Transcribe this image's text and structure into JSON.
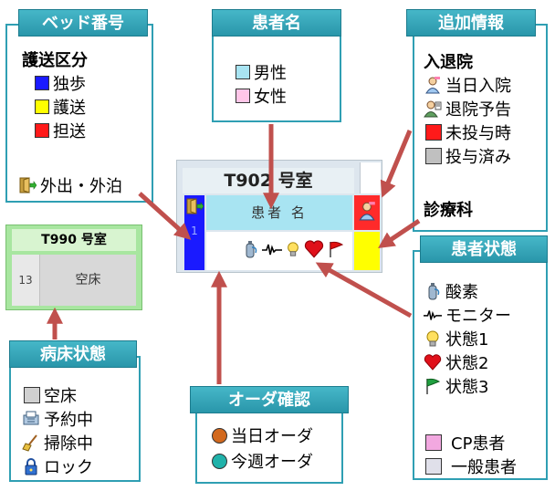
{
  "bed_number": {
    "title": "ベッド番号",
    "transport_heading": "護送区分",
    "items": [
      {
        "label": "独歩",
        "color": "#1a1aff"
      },
      {
        "label": "護送",
        "color": "#ffff00"
      },
      {
        "label": "担送",
        "color": "#ff1a1a"
      }
    ],
    "outing_label": "外出・外泊"
  },
  "patient_name": {
    "title": "患者名",
    "items": [
      {
        "label": "男性",
        "color": "#a8e4f2"
      },
      {
        "label": "女性",
        "color": "#ffc6e8"
      }
    ]
  },
  "additional_info": {
    "title": "追加情報",
    "admission_heading": "入退院",
    "items": [
      {
        "label": "当日入院",
        "icon": "admission-icon"
      },
      {
        "label": "退院予告",
        "icon": "discharge-notice-icon"
      },
      {
        "label": "未投与時",
        "color": "#ff1a1a"
      },
      {
        "label": "投与済み",
        "color": "#c0c0c0"
      }
    ],
    "department_heading": "診療科"
  },
  "patient_status": {
    "title": "患者状態",
    "items": [
      {
        "label": "酸素",
        "icon": "oxygen-icon"
      },
      {
        "label": "モニター",
        "icon": "monitor-icon"
      },
      {
        "label": "状態1",
        "icon": "lightbulb-icon"
      },
      {
        "label": "状態2",
        "icon": "heart-icon"
      },
      {
        "label": "状態3",
        "icon": "flag-icon"
      }
    ],
    "cp_items": [
      {
        "label": "CP患者",
        "color": "#f2a8e0"
      },
      {
        "label": "一般患者",
        "color": "#e0e0ea"
      }
    ]
  },
  "order_confirm": {
    "title": "オーダ確認",
    "items": [
      {
        "label": "当日オーダ",
        "color": "#d2691e"
      },
      {
        "label": "今週オーダ",
        "color": "#20b2aa"
      }
    ]
  },
  "bed_status": {
    "title": "病床状態",
    "items": [
      {
        "label": "空床",
        "icon": "empty-bed-icon"
      },
      {
        "label": "予約中",
        "icon": "reserved-icon"
      },
      {
        "label": "掃除中",
        "icon": "cleaning-icon"
      },
      {
        "label": "ロック",
        "icon": "lock-icon"
      }
    ]
  },
  "room_card": {
    "room_label": "T902 号室",
    "bed_number": "1",
    "patient_placeholder": "患者 名"
  },
  "empty_room_card": {
    "room_label": "T990 号室",
    "bed_number": "13",
    "status_label": "空床"
  }
}
